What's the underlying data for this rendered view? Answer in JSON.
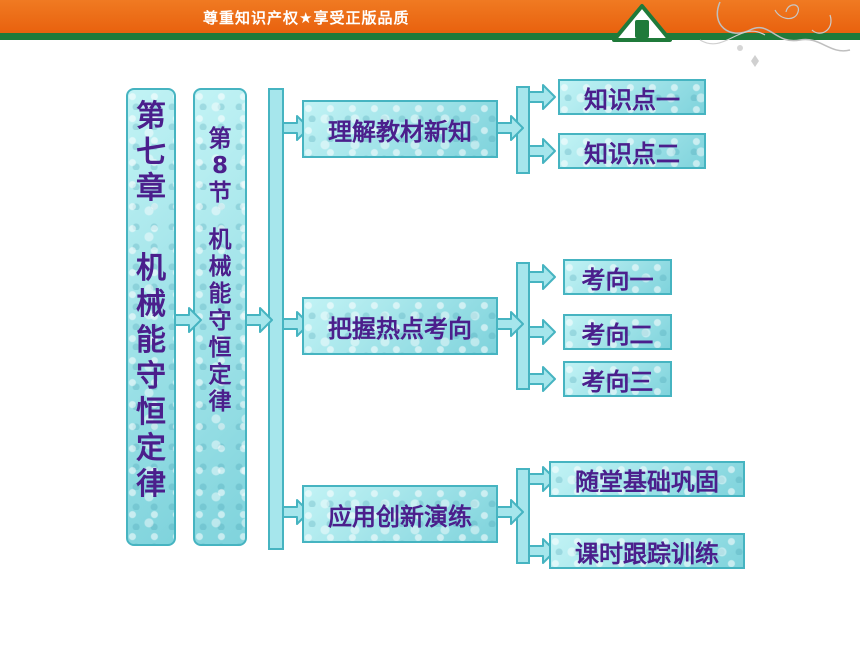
{
  "header": {
    "slogan": "尊重知识产权★享受正版品质",
    "brand_color": "#e8650f",
    "stripe_color": "#1f7a3a"
  },
  "diagram": {
    "chapter": [
      "第",
      "七",
      "章",
      "",
      "机",
      "械",
      "能",
      "守",
      "恒",
      "定",
      "律"
    ],
    "section": [
      "第",
      "8",
      "节",
      "",
      "机",
      "械",
      "能",
      "守",
      "恒",
      "定",
      "律"
    ],
    "branches": [
      {
        "label": "理解教材新知",
        "children": [
          "知识点一",
          "知识点二"
        ]
      },
      {
        "label": "把握热点考向",
        "children": [
          "考向一",
          "考向二",
          "考向三"
        ]
      },
      {
        "label": "应用创新演练",
        "children": [
          "随堂基础巩固",
          "课时跟踪训练"
        ]
      }
    ],
    "colors": {
      "box_fill": "#9ee4ea",
      "border": "#46b4c1",
      "text": "#4b1f8c"
    }
  }
}
